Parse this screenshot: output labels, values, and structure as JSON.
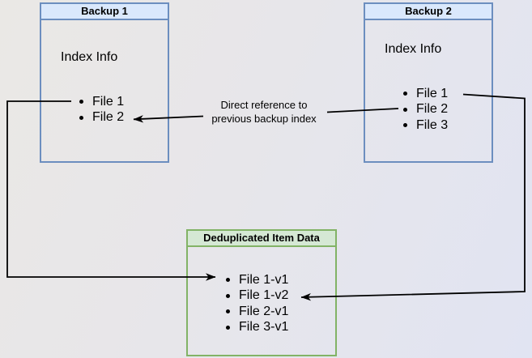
{
  "backup1": {
    "title": "Backup 1",
    "label": "Index Info",
    "items": [
      "File 1",
      "File 2"
    ]
  },
  "backup2": {
    "title": "Backup 2",
    "label": "Index Info",
    "items": [
      "File 1",
      "File 2",
      "File 3"
    ]
  },
  "dedup": {
    "title": "Deduplicated Item Data",
    "items": [
      "File 1-v1",
      "File 1-v2",
      "File 2-v1",
      "File 3-v1"
    ]
  },
  "annotation": {
    "line1": "Direct reference to",
    "line2": "previous backup index"
  },
  "colors": {
    "blue_fill": "#dae8fc",
    "blue_border": "#6c8ebf",
    "green_fill": "#d5e8d4",
    "green_border": "#82b366",
    "connector": "#000000",
    "text": "#000000"
  }
}
